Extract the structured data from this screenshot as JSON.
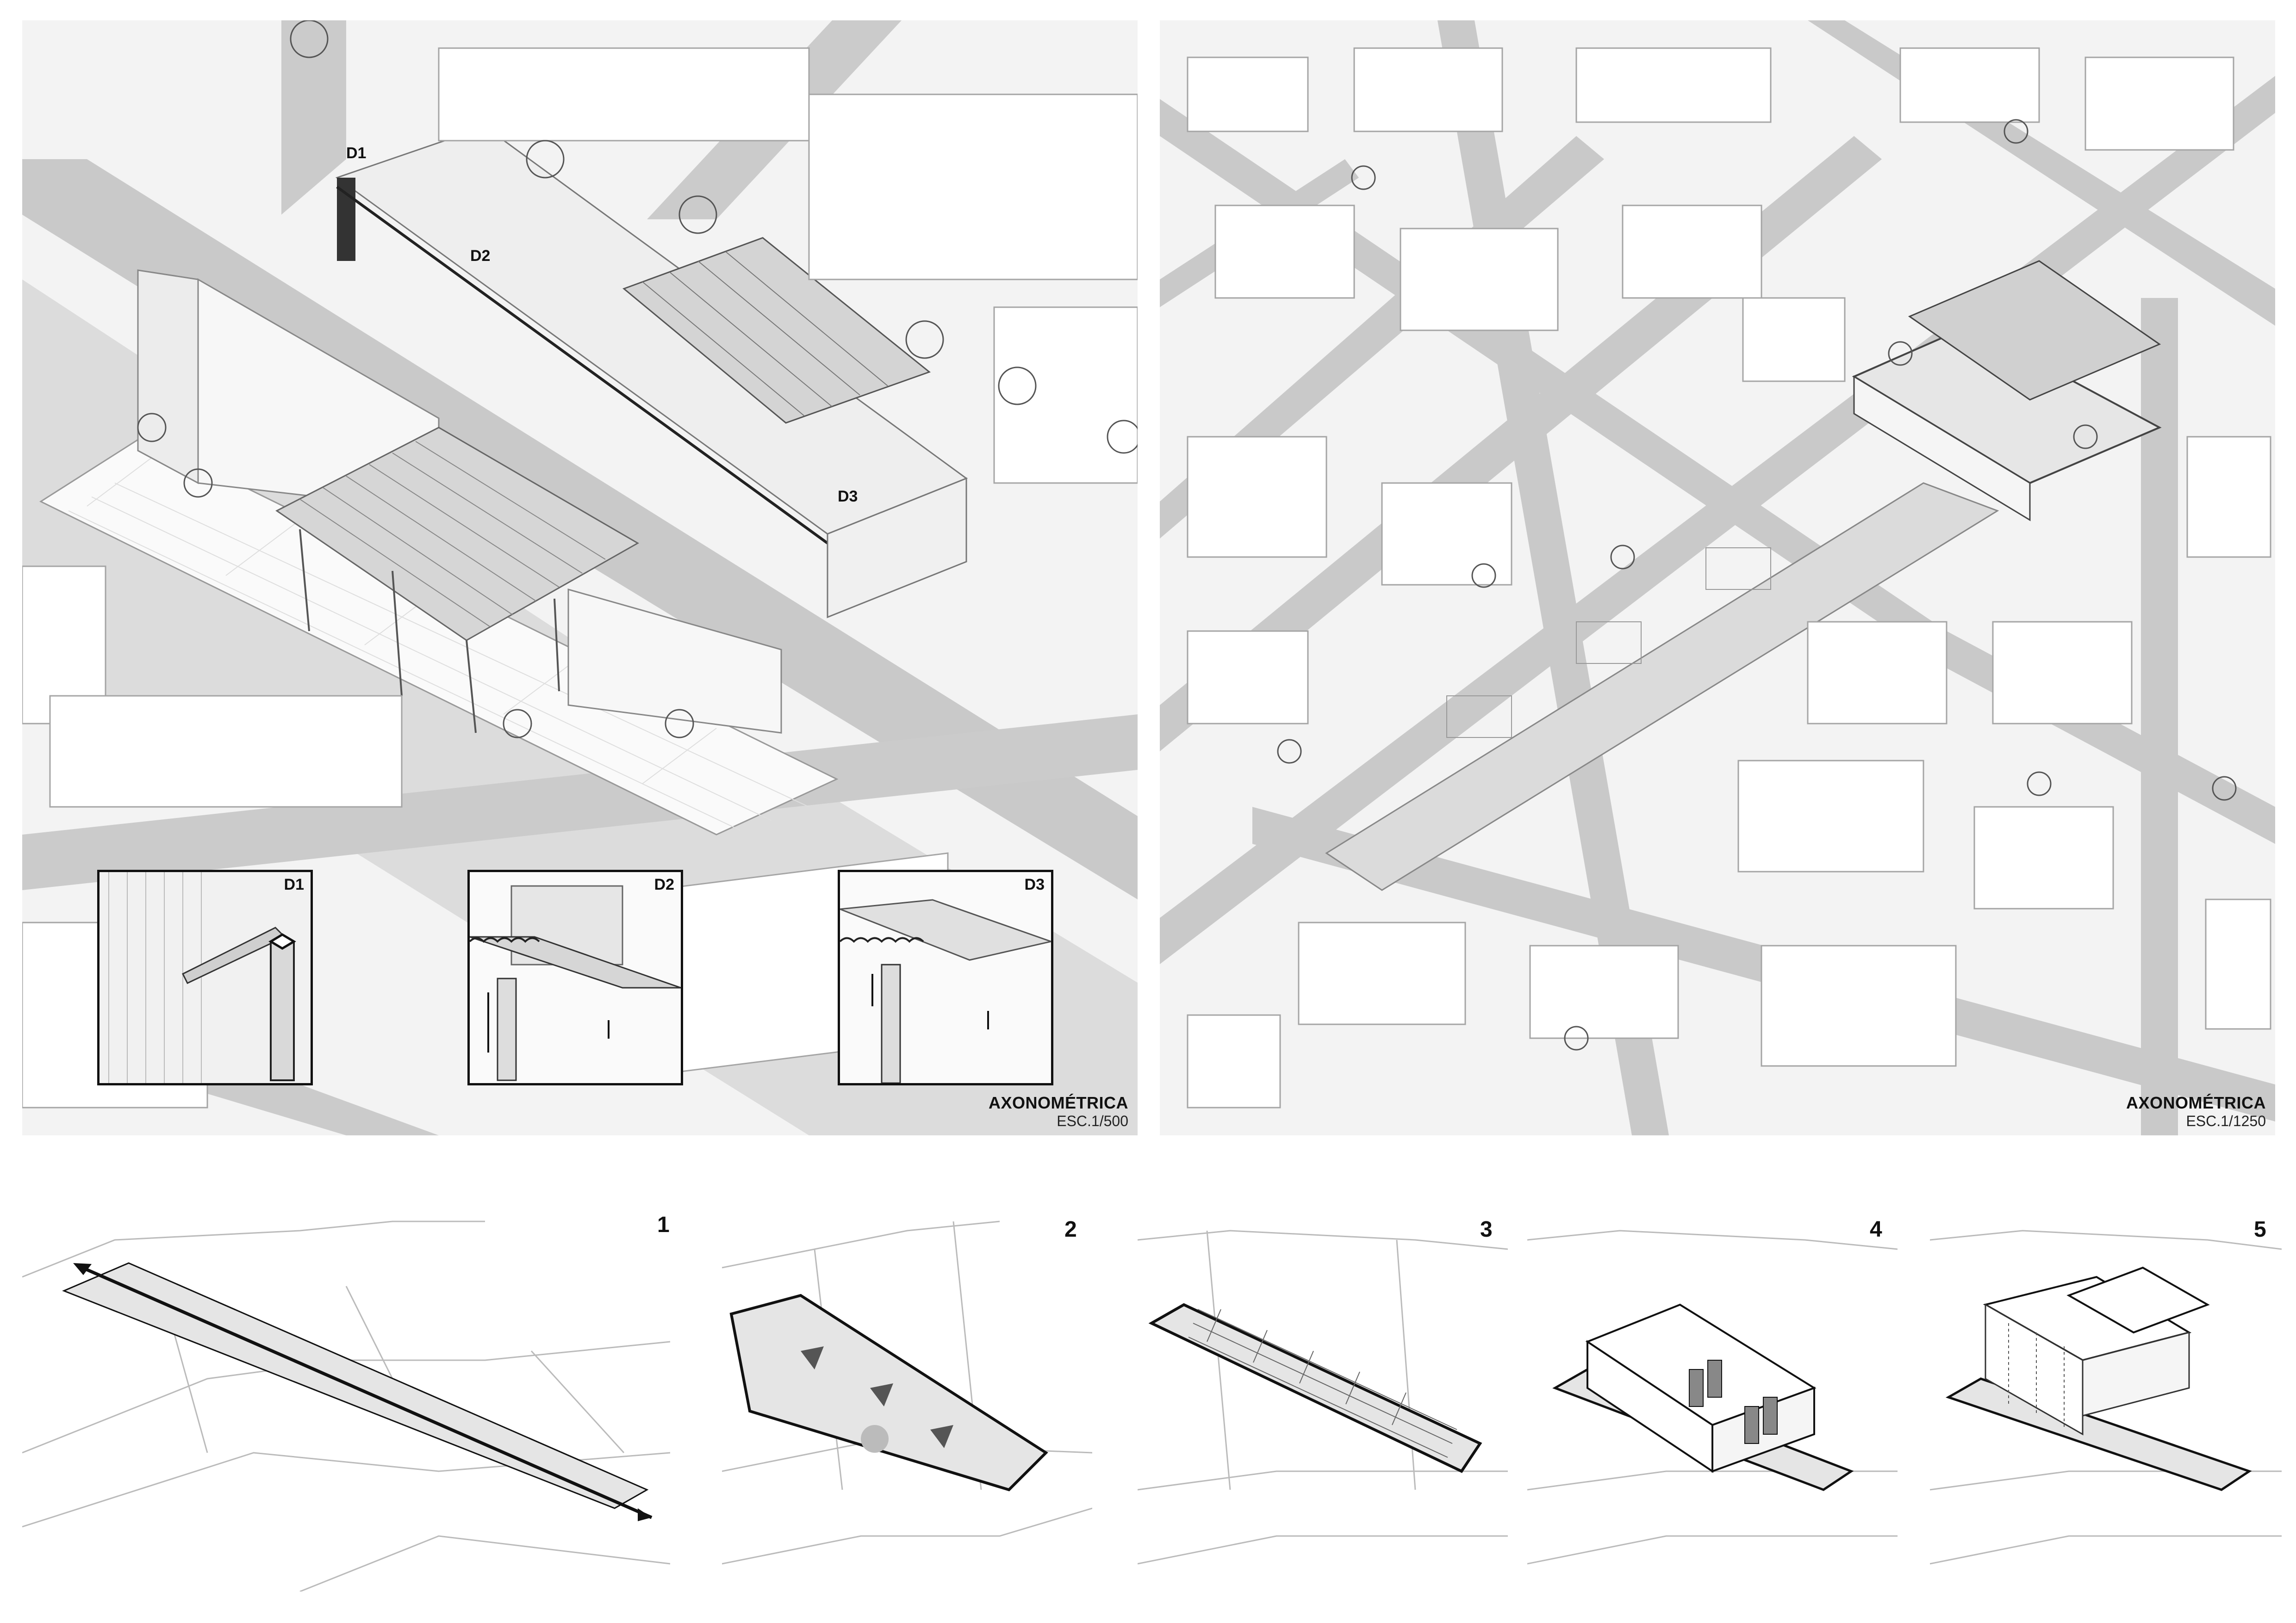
{
  "panels": {
    "left": {
      "title": "AXONOMÉTRICA",
      "scale": "ESC.1/500",
      "markers": [
        "D1",
        "D2",
        "D3"
      ]
    },
    "right": {
      "title": "AXONOMÉTRICA",
      "scale": "ESC.1/1250"
    }
  },
  "details": [
    {
      "label": "D1"
    },
    {
      "label": "D2"
    },
    {
      "label": "D3"
    }
  ],
  "steps": [
    {
      "label": "1"
    },
    {
      "label": "2"
    },
    {
      "label": "3"
    },
    {
      "label": "4"
    },
    {
      "label": "5"
    }
  ],
  "colors": {
    "panel_bg": "#f3f3f3",
    "road": "#c9c9c9",
    "building": "#ffffff",
    "building_stroke": "#9a9a9a",
    "ink": "#111111",
    "site_fill": "#e4e4e4"
  }
}
